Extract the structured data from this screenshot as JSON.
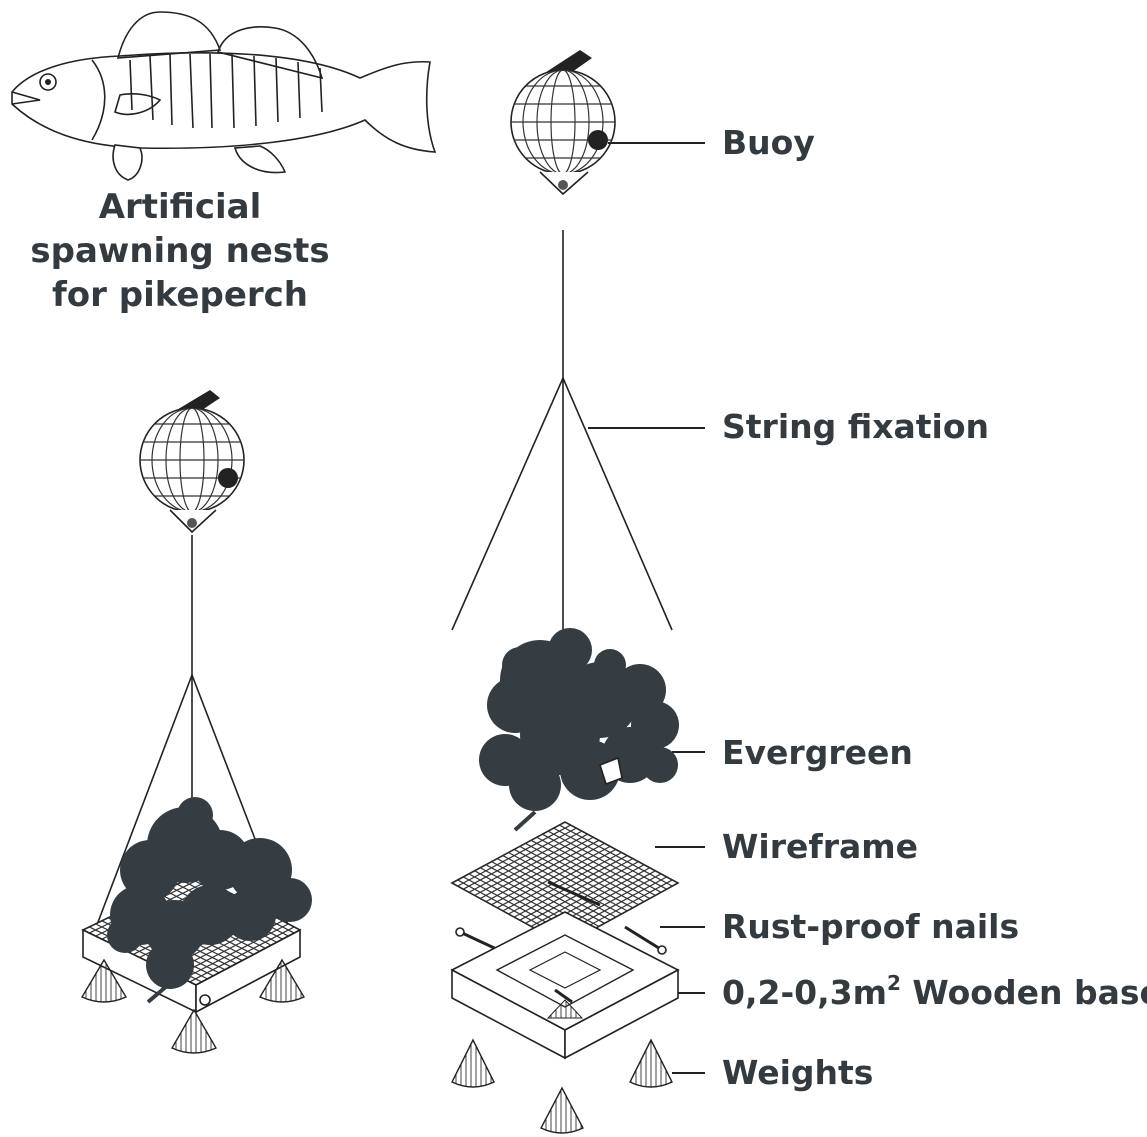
{
  "title": [
    "Artificial",
    "spawning nests",
    "for pikeperch"
  ],
  "labels": {
    "buoy": "Buoy",
    "string": "String fixation",
    "evergreen": "Evergreen",
    "wireframe": "Wireframe",
    "nails": "Rust-proof nails",
    "base_prefix": "0,2-0,3m",
    "base_sup": "2",
    "base_suffix": " Wooden base",
    "weights": "Weights"
  },
  "icons": [
    "pikeperch-fish-icon",
    "buoy-icon",
    "evergreen-icon",
    "wireframe-grid-icon",
    "nail-icon",
    "wooden-base-icon",
    "weight-cone-icon"
  ],
  "colors": {
    "ink": "#333a40",
    "line": "#222222",
    "background": "#ffffff"
  }
}
